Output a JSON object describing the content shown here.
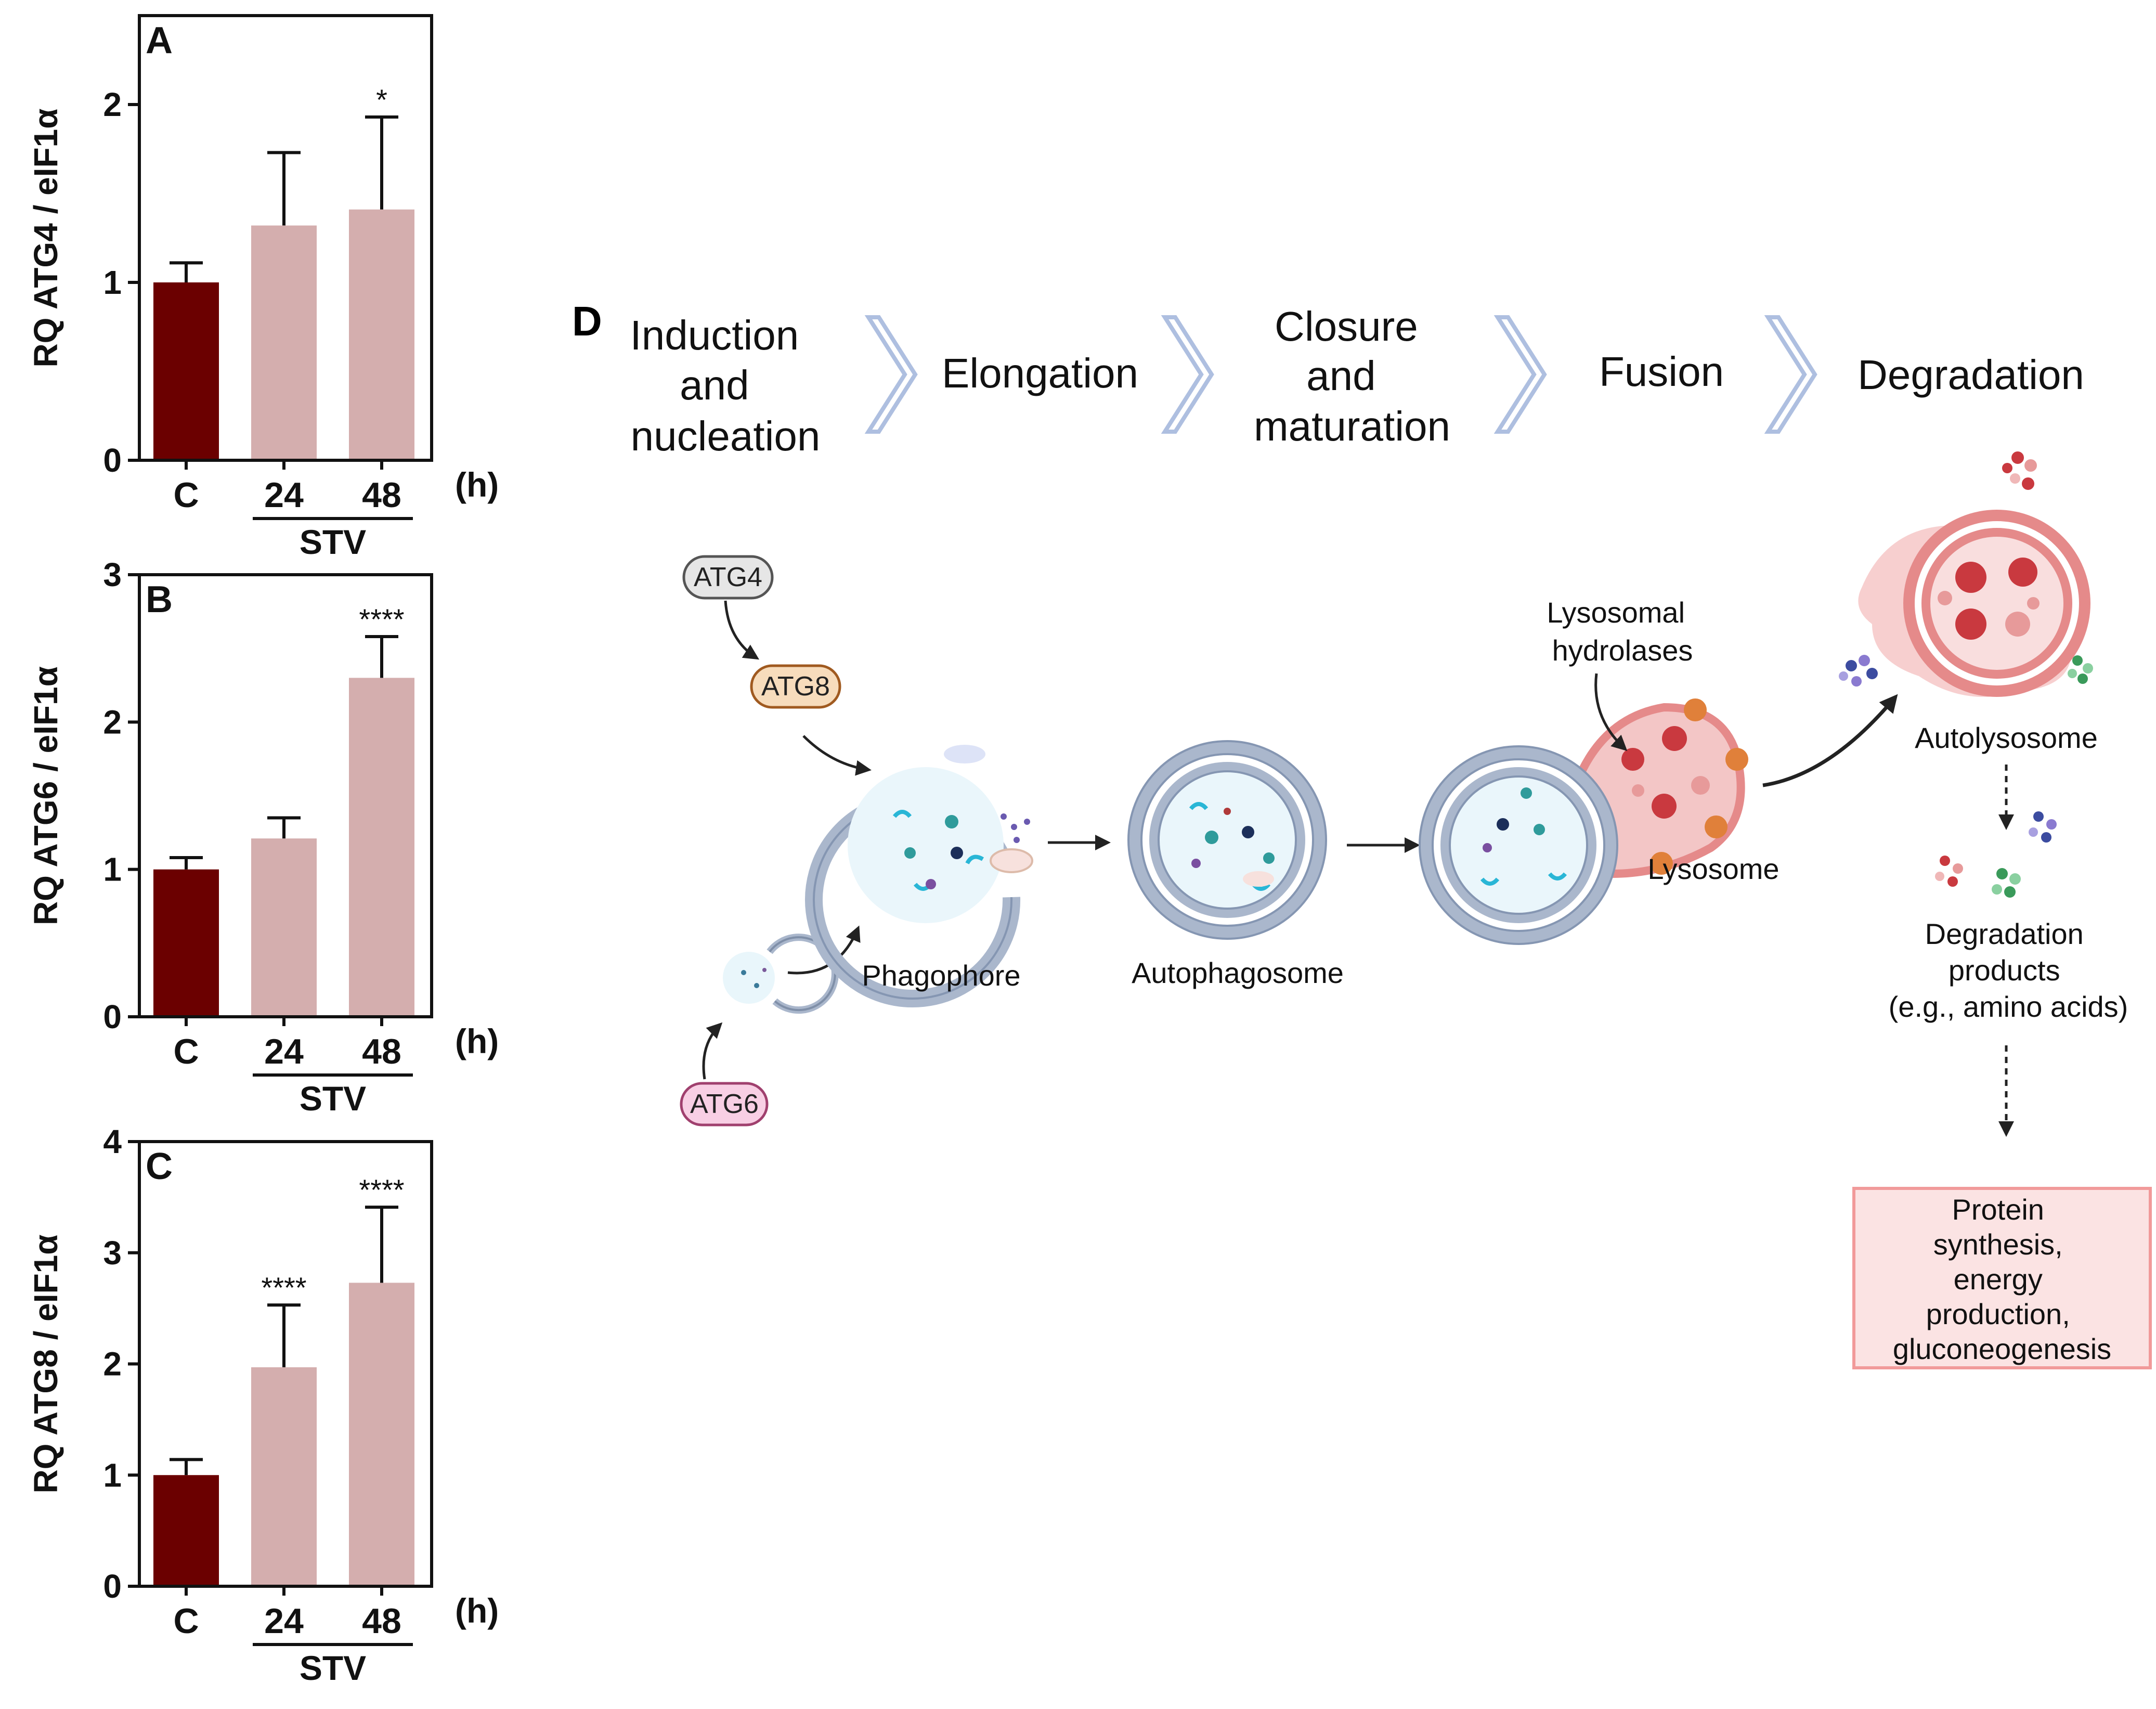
{
  "chart_data": [
    {
      "type": "bar",
      "panel_label": "A",
      "ylabel": "RQ ATG4 / eIF1α",
      "categories": [
        "C",
        "24",
        "48"
      ],
      "unit_label": "(h)",
      "group_label": "STV",
      "ylim": [
        0,
        2.5
      ],
      "yticks": [
        "0",
        "1",
        "2"
      ],
      "values": [
        1.0,
        1.32,
        1.41
      ],
      "errors": [
        0.11,
        0.41,
        0.52
      ],
      "significance": [
        "",
        "",
        "*"
      ],
      "colors": [
        "#6b0000",
        "#d4aeae",
        "#d4aeae"
      ]
    },
    {
      "type": "bar",
      "panel_label": "B",
      "ylabel": "RQ ATG6 / eIF1α",
      "categories": [
        "C",
        "24",
        "48"
      ],
      "unit_label": "(h)",
      "group_label": "STV",
      "ylim": [
        0,
        3
      ],
      "yticks": [
        "0",
        "1",
        "2",
        "3"
      ],
      "values": [
        1.0,
        1.21,
        2.3
      ],
      "errors": [
        0.08,
        0.14,
        0.28
      ],
      "significance": [
        "",
        "",
        "****"
      ],
      "colors": [
        "#6b0000",
        "#d4aeae",
        "#d4aeae"
      ]
    },
    {
      "type": "bar",
      "panel_label": "C",
      "ylabel": "RQ ATG8 / eIF1α",
      "categories": [
        "C",
        "24",
        "48"
      ],
      "unit_label": "(h)",
      "group_label": "STV",
      "ylim": [
        0,
        4
      ],
      "yticks": [
        "0",
        "1",
        "2",
        "3",
        "4"
      ],
      "values": [
        1.0,
        1.97,
        2.73
      ],
      "errors": [
        0.14,
        0.56,
        0.68
      ],
      "significance": [
        "",
        "****",
        "****"
      ],
      "colors": [
        "#6b0000",
        "#d4aeae",
        "#d4aeae"
      ]
    }
  ],
  "diagram": {
    "panel_label": "D",
    "stages": [
      "Induction\nand\nnucleation",
      "Elongation",
      "Closure\nand\nmaturation",
      "Fusion",
      "Degradation"
    ],
    "proteins": {
      "atg4": "ATG4",
      "atg8": "ATG8",
      "atg6": "ATG6"
    },
    "labels": {
      "phagophore": "Phagophore",
      "autophagosome": "Autophagosome",
      "lysosomal_hydrolases": "Lysosomal\nhydrolases",
      "lysosome": "Lysosome",
      "autolysosome": "Autolysosome",
      "degradation_products": "Degradation\nproducts\n(e.g., amino acids)",
      "outcome_box": "Protein\nsynthesis,\nenergy\nproduction,\ngluconeogenesis"
    },
    "colors": {
      "chevron": "#aebfe0",
      "membrane": "#aab7cc",
      "lysosome": "#e58a8a",
      "outcome_fill": "#fbe3e3",
      "outcome_stroke": "#f19a9a"
    }
  }
}
